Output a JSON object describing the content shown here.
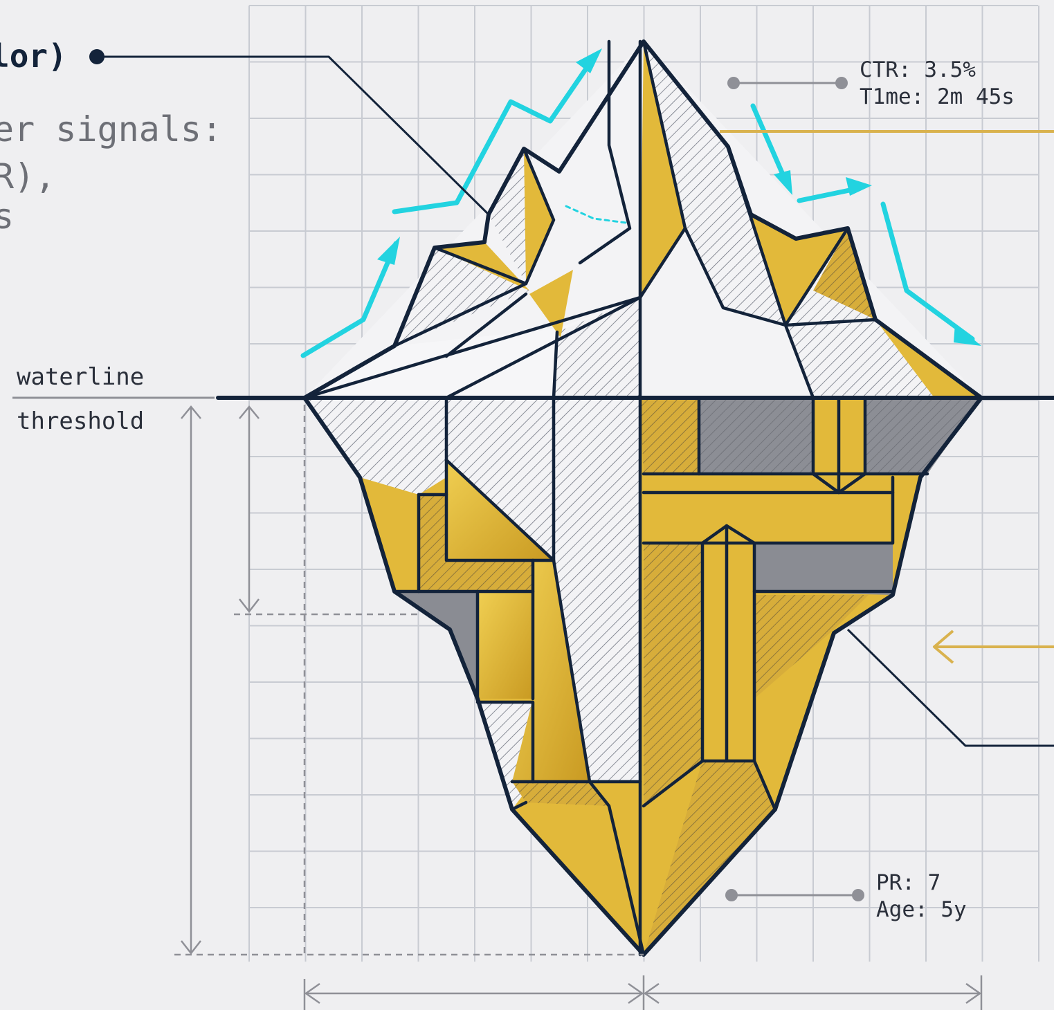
{
  "callouts": {
    "top_left_label": "lor)",
    "signals_lines": [
      "er signals:",
      "R),",
      "s"
    ],
    "waterline": "waterline",
    "threshold": "threshold",
    "ctr": "CTR: 3.5%",
    "time": "T1me: 2m 45s",
    "pr": "PR: 7",
    "age": "Age: 5y"
  },
  "colors": {
    "background": "#efeff1",
    "grid": "#c8cbd2",
    "outline": "#13233a",
    "gold": "#e2b93a",
    "gold_dark": "#c79a22",
    "ice": "#f3f3f5",
    "slate": "#8a8c93",
    "signal_arrow": "#22d3e0",
    "dimension": "#8f9097",
    "gold_line": "#d9b24e"
  },
  "icons": [
    "cyan-signal-arrow-icon",
    "gold-arrow-left-icon",
    "dimension-arrow-icon",
    "callout-dot-icon"
  ]
}
